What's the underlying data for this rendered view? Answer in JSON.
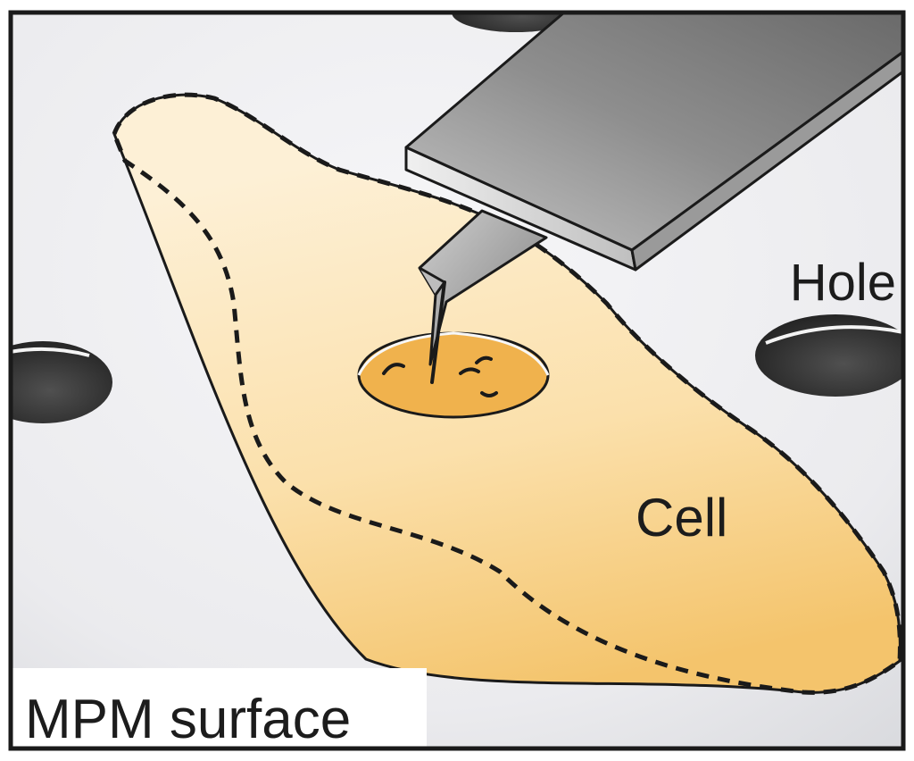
{
  "labels": {
    "hole": "Hole",
    "cell": "Cell",
    "surface": "MPM surface"
  },
  "colors": {
    "surface_light": "#f2f2f4",
    "surface_shade": "#d8d9dd",
    "frame": "#1a1a1a",
    "cell_light": "#fdebc9",
    "cell_dark": "#f5c672",
    "hole_dark": "#2b2b2b",
    "cantilever_light": "#d9d9d9",
    "cantilever_dark": "#5e5e5e",
    "outline": "#111111"
  }
}
